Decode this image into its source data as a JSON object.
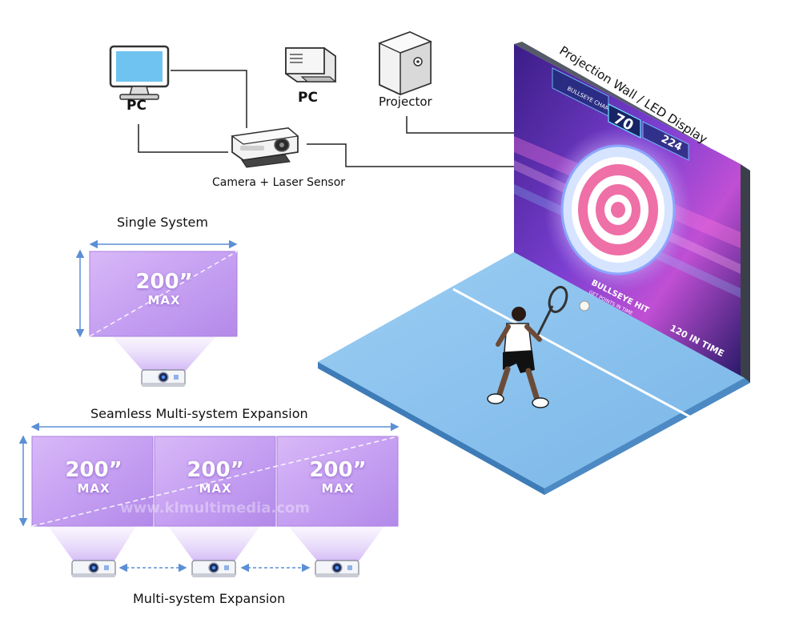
{
  "labels": {
    "pc_left": "PC",
    "pc_tower": "PC",
    "projector": "Projector",
    "camera": "Camera + Laser Sensor",
    "wall": "Projection Wall / LED Display",
    "single_system": "Single System",
    "seamless": "Seamless Multi-system Expansion",
    "multi": "Multi-system Expansion"
  },
  "screen": {
    "size": "200”",
    "max": "MAX"
  },
  "hud": {
    "score": "70",
    "timer": "224",
    "player": "BULLSEYE CHAMPION",
    "bullseye": "BULLSEYE HIT",
    "bullseye_sub": "GET POINTS IN TIME",
    "time": "120 IN TIME"
  },
  "watermark": "www.klmultimedia.com",
  "colors": {
    "court": "#8cc3ee",
    "screen_purple": "#c9a4f2",
    "line": "#222222",
    "dim_arrow": "#5b8fd6"
  }
}
